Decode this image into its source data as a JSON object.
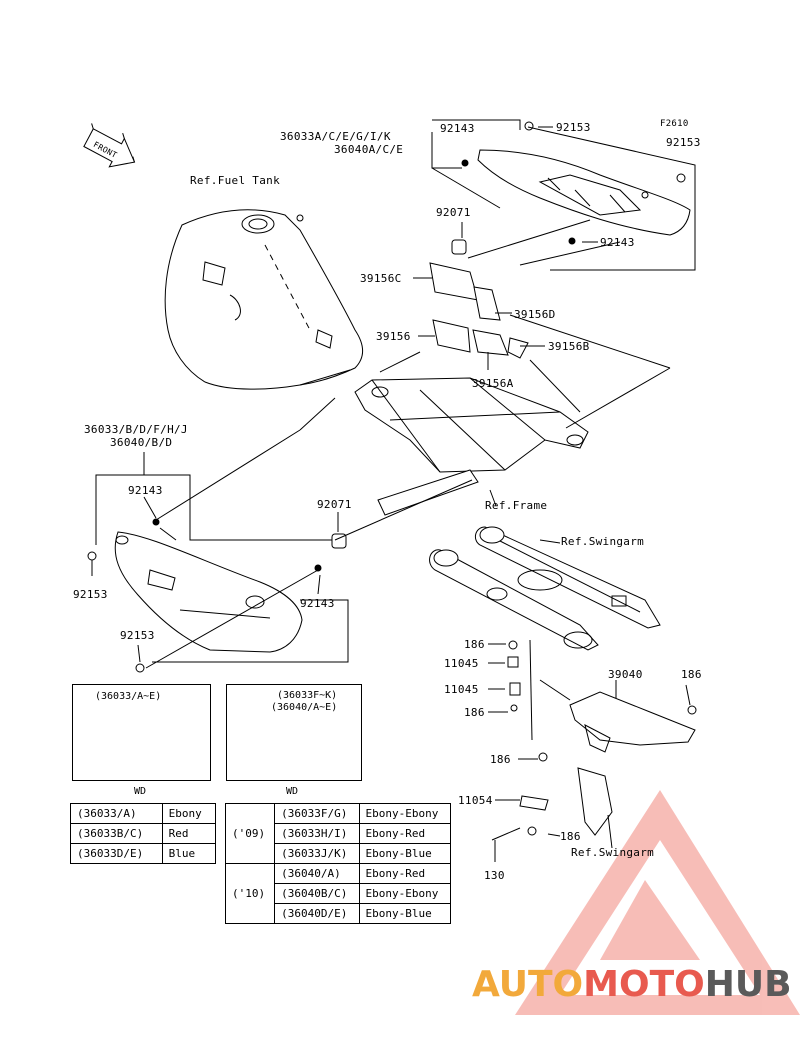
{
  "fig_code": "F2610",
  "front_label": "FRONT",
  "refs": {
    "fuel_tank": "Ref.Fuel Tank",
    "frame": "Ref.Frame",
    "swingarm_1": "Ref.Swingarm",
    "swingarm_2": "Ref.Swingarm"
  },
  "groups": {
    "upper_1": "36033A/C/E/G/I/K",
    "upper_2": "36040A/C/E",
    "lower_1": "36033/B/D/F/H/J",
    "lower_2": "36040/B/D"
  },
  "parts": {
    "p92143_top": "92143",
    "p92153_top": "92153",
    "p92153_right": "92153",
    "p92071_top": "92071",
    "p92143_right": "92143",
    "p39156C": "39156C",
    "p39156D": "39156D",
    "p39156": "39156",
    "p39156B": "39156B",
    "p39156A": "39156A",
    "p92143_left": "92143",
    "p92071_mid": "92071",
    "p92153_left": "92153",
    "p92143_mid": "92143",
    "p92153_bottom": "92153",
    "p186_a": "186",
    "p11045_a": "11045",
    "p11045_b": "11045",
    "p186_b": "186",
    "p39040": "39040",
    "p186_c": "186",
    "p186_d": "186",
    "p11054": "11054",
    "p186_e": "186",
    "p130": "130"
  },
  "insets": [
    {
      "caption": "(36033/A~E)",
      "footer": "WD"
    },
    {
      "caption_1": "(36033F~K)",
      "caption_2": "(36040/A~E)",
      "footer": "WD"
    }
  ],
  "color_table_left": [
    {
      "code": "(36033/A)",
      "color": "Ebony"
    },
    {
      "code": "(36033B/C)",
      "color": "Red"
    },
    {
      "code": "(36033D/E)",
      "color": "Blue"
    }
  ],
  "color_table_right": {
    "year_09": "('09)",
    "year_10": "('10)",
    "rows_09": [
      {
        "code": "(36033F/G)",
        "color": "Ebony-Ebony"
      },
      {
        "code": "(36033H/I)",
        "color": "Ebony-Red"
      },
      {
        "code": "(36033J/K)",
        "color": "Ebony-Blue"
      }
    ],
    "rows_10": [
      {
        "code": "(36040/A)",
        "color": "Ebony-Red"
      },
      {
        "code": "(36040B/C)",
        "color": "Ebony-Ebony"
      },
      {
        "code": "(36040D/E)",
        "color": "Ebony-Blue"
      }
    ]
  },
  "watermark": {
    "part1": "AUTO",
    "part2": "MOTO",
    "part3": "HUB"
  },
  "colors": {
    "watermark_orange": "#f2a93b",
    "watermark_red": "#e85a4f",
    "watermark_gray": "#5a5a5a",
    "watermark_pink": "#f5a8a0"
  }
}
